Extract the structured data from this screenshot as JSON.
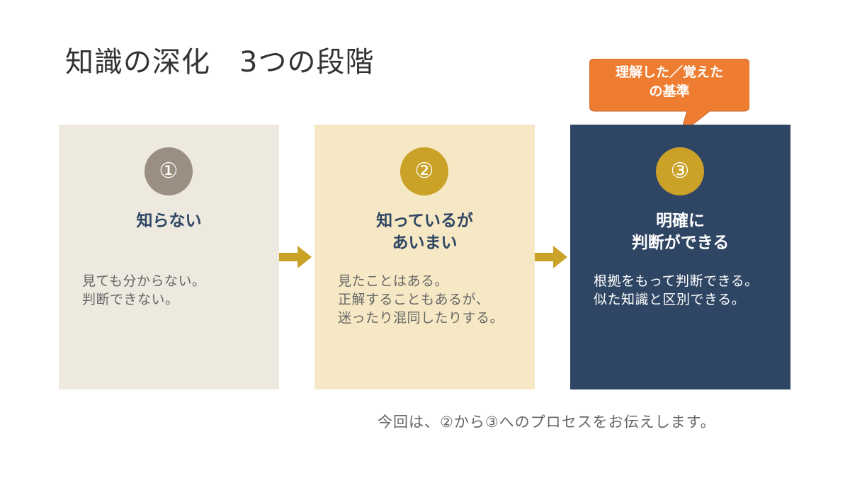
{
  "slide": {
    "title": "知識の深化　3つの段階",
    "callout": {
      "lines": [
        "理解した／覚えた",
        "の基準"
      ],
      "color": "#ee7d31"
    },
    "cards": [
      {
        "number": "①",
        "heading_lines": [
          "知らない"
        ],
        "body_lines": [
          "見ても分からない。",
          "判断できない。"
        ],
        "background": "#ede9df",
        "circle_color": "#9a8f82"
      },
      {
        "number": "②",
        "heading_lines": [
          "知っているが",
          "あいまい"
        ],
        "body_lines": [
          "見たことはある。",
          "正解することもあるが、",
          "迷ったり混同したりする。"
        ],
        "background": "#f6e8c4",
        "circle_color": "#c9a227"
      },
      {
        "number": "③",
        "heading_lines": [
          "明確に",
          "判断ができる"
        ],
        "body_lines": [
          "根拠をもって判断できる。",
          "似た知識と区別できる。"
        ],
        "background": "#2e4563",
        "circle_color": "#c9a227"
      }
    ],
    "arrow_color": "#c9a227",
    "footer": "今回は、②から③へのプロセスをお伝えします。"
  }
}
